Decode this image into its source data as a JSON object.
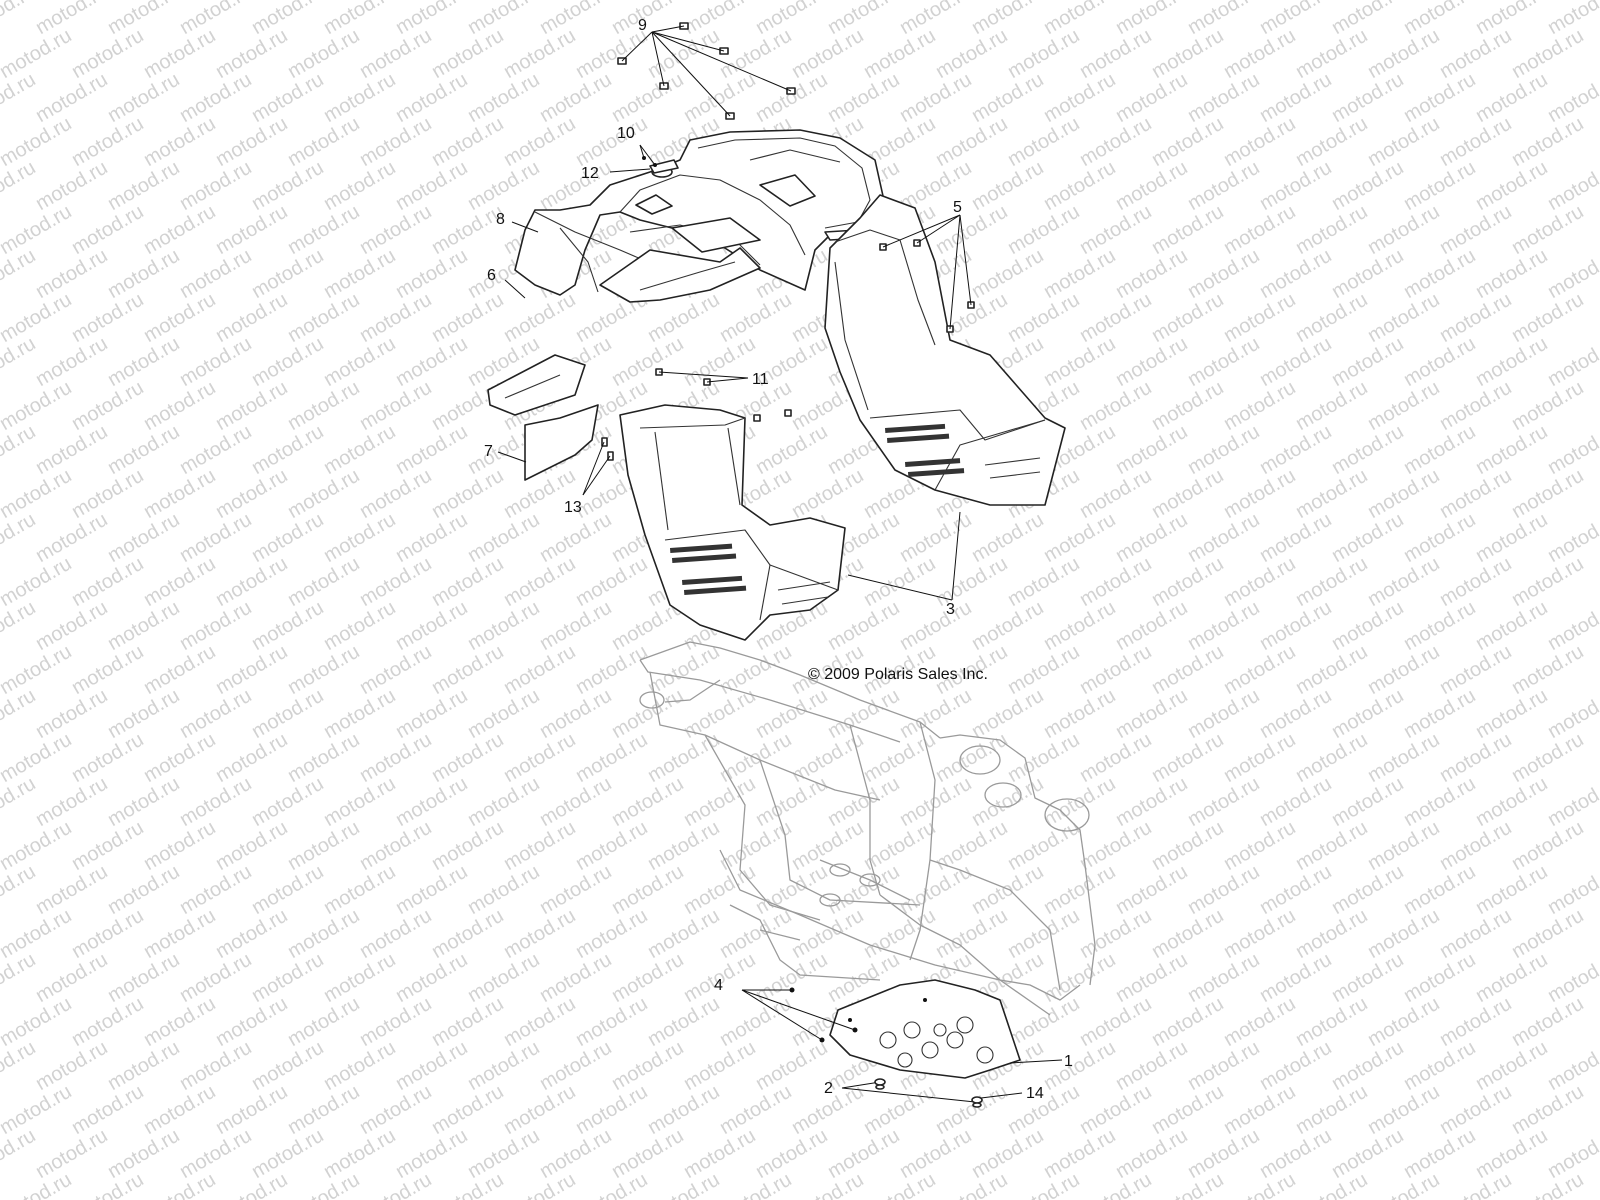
{
  "watermark": "motod.ru",
  "copyright": "© 2009 Polaris Sales Inc.",
  "callouts": [
    {
      "id": "c1",
      "label": "1"
    },
    {
      "id": "c2",
      "label": "2"
    },
    {
      "id": "c3",
      "label": "3"
    },
    {
      "id": "c4",
      "label": "4"
    },
    {
      "id": "c5",
      "label": "5"
    },
    {
      "id": "c6",
      "label": "6"
    },
    {
      "id": "c7",
      "label": "7"
    },
    {
      "id": "c8",
      "label": "8"
    },
    {
      "id": "c9",
      "label": "9"
    },
    {
      "id": "c10",
      "label": "10"
    },
    {
      "id": "c11",
      "label": "11"
    },
    {
      "id": "c12",
      "label": "12"
    },
    {
      "id": "c13",
      "label": "13"
    },
    {
      "id": "c14",
      "label": "14"
    }
  ]
}
